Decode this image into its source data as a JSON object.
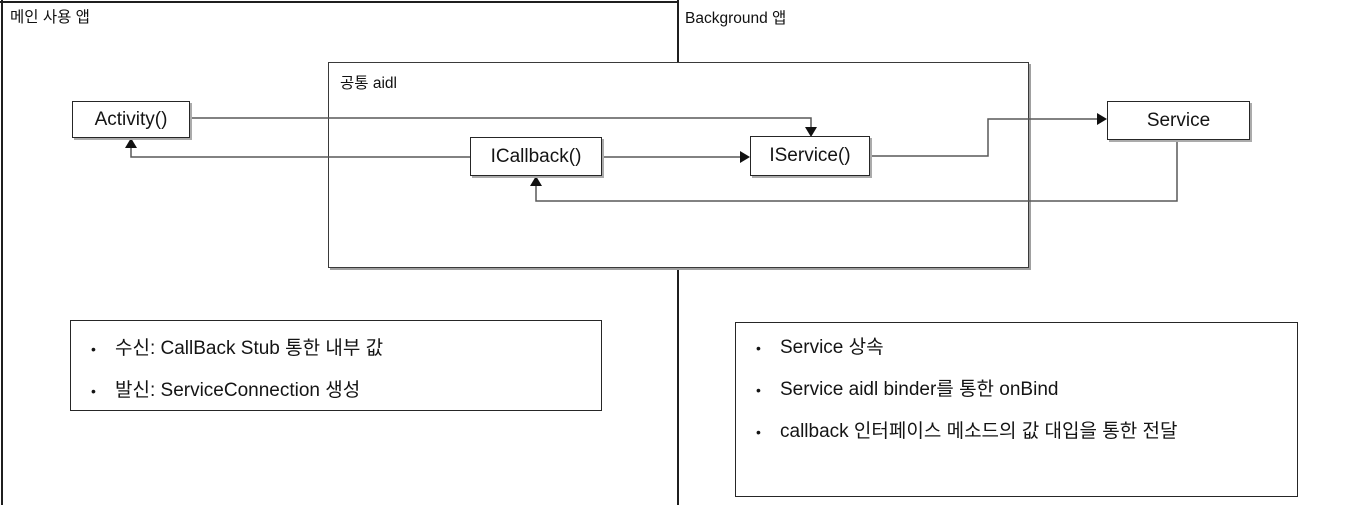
{
  "colors": {
    "background": "#ffffff",
    "frame_line": "#1f1f1f",
    "box_border": "#262626",
    "connector_line": "#595959",
    "arrowhead": "#111111",
    "box_shadow": "#ababab",
    "text": "#141414"
  },
  "regions": {
    "main_app_label": "메인 사용 앱",
    "background_app_label": "Background 앱"
  },
  "aidl_box": {
    "label": "공통 aidl"
  },
  "nodes": {
    "activity": {
      "label": "Activity()"
    },
    "icallback": {
      "label": "ICallback()"
    },
    "iservice": {
      "label": "IService()"
    },
    "service": {
      "label": "Service"
    }
  },
  "connectors": [
    {
      "name": "activity-to-iservice",
      "from": "Activity()",
      "to": "IService()"
    },
    {
      "name": "icallback-to-iservice",
      "from": "ICallback()",
      "to": "IService()"
    },
    {
      "name": "iservice-to-service",
      "from": "IService()",
      "to": "Service"
    },
    {
      "name": "service-to-icallback",
      "from": "Service",
      "to": "ICallback()"
    },
    {
      "name": "icallback-to-activity",
      "from": "ICallback()",
      "to": "Activity()"
    }
  ],
  "notes": {
    "bullet": "•",
    "left": {
      "items": [
        "수신: CallBack Stub 통한 내부 값",
        "발신: ServiceConnection 생성"
      ]
    },
    "right": {
      "items": [
        "Service 상속",
        "Service aidl binder를 통한 onBind",
        "callback 인터페이스 메소드의 값 대입을 통한 전달"
      ]
    }
  }
}
